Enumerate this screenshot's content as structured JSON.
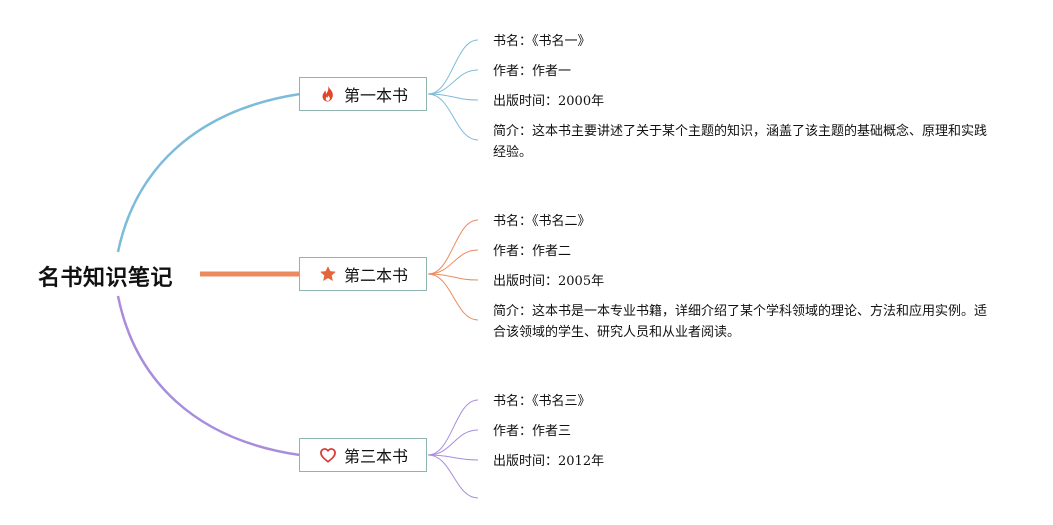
{
  "root": {
    "title": "名书知识笔记"
  },
  "colors": {
    "branch1": "#7cbbd9",
    "branch2": "#ec8a5e",
    "branch3": "#a98ddd",
    "node_border": "#8fb3ad",
    "icon_fire": "#e2462a",
    "icon_star": "#e2663a",
    "icon_heart": "#d9342f"
  },
  "branches": [
    {
      "label": "第一本书",
      "icon": "fire-icon",
      "leaves": [
        "书名：《书名一》",
        "作者：作者一",
        "出版时间：2000年",
        "简介：这本书主要讲述了关于某个主题的知识，涵盖了该主题的基础概念、原理和实践经验。"
      ]
    },
    {
      "label": "第二本书",
      "icon": "star-icon",
      "leaves": [
        "书名：《书名二》",
        "作者：作者二",
        "出版时间：2005年",
        "简介：这本书是一本专业书籍，详细介绍了某个学科领域的理论、方法和应用实例。适合该领域的学生、研究人员和从业者阅读。"
      ]
    },
    {
      "label": "第三本书",
      "icon": "heart-icon",
      "leaves": [
        "书名：《书名三》",
        "作者：作者三",
        "出版时间：2012年",
        ""
      ]
    }
  ]
}
